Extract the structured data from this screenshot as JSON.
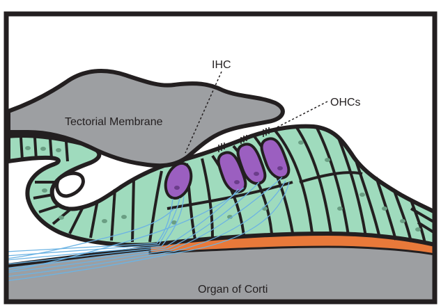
{
  "labels": {
    "ihc": "IHC",
    "ohcs": "OHCs",
    "tectorial_membrane": "Tectorial Membrane",
    "organ_of_corti": "Organ of Corti"
  },
  "colors": {
    "frame": "#231f20",
    "tectorial": "#9d9fa2",
    "base": "#9d9fa2",
    "cells": "#9fdbbd",
    "hair_cells": "#9b5fc0",
    "basilar": "#e8793a",
    "nerve_fibers": "#6cb3e3",
    "nuclei": "#6a9e83"
  }
}
